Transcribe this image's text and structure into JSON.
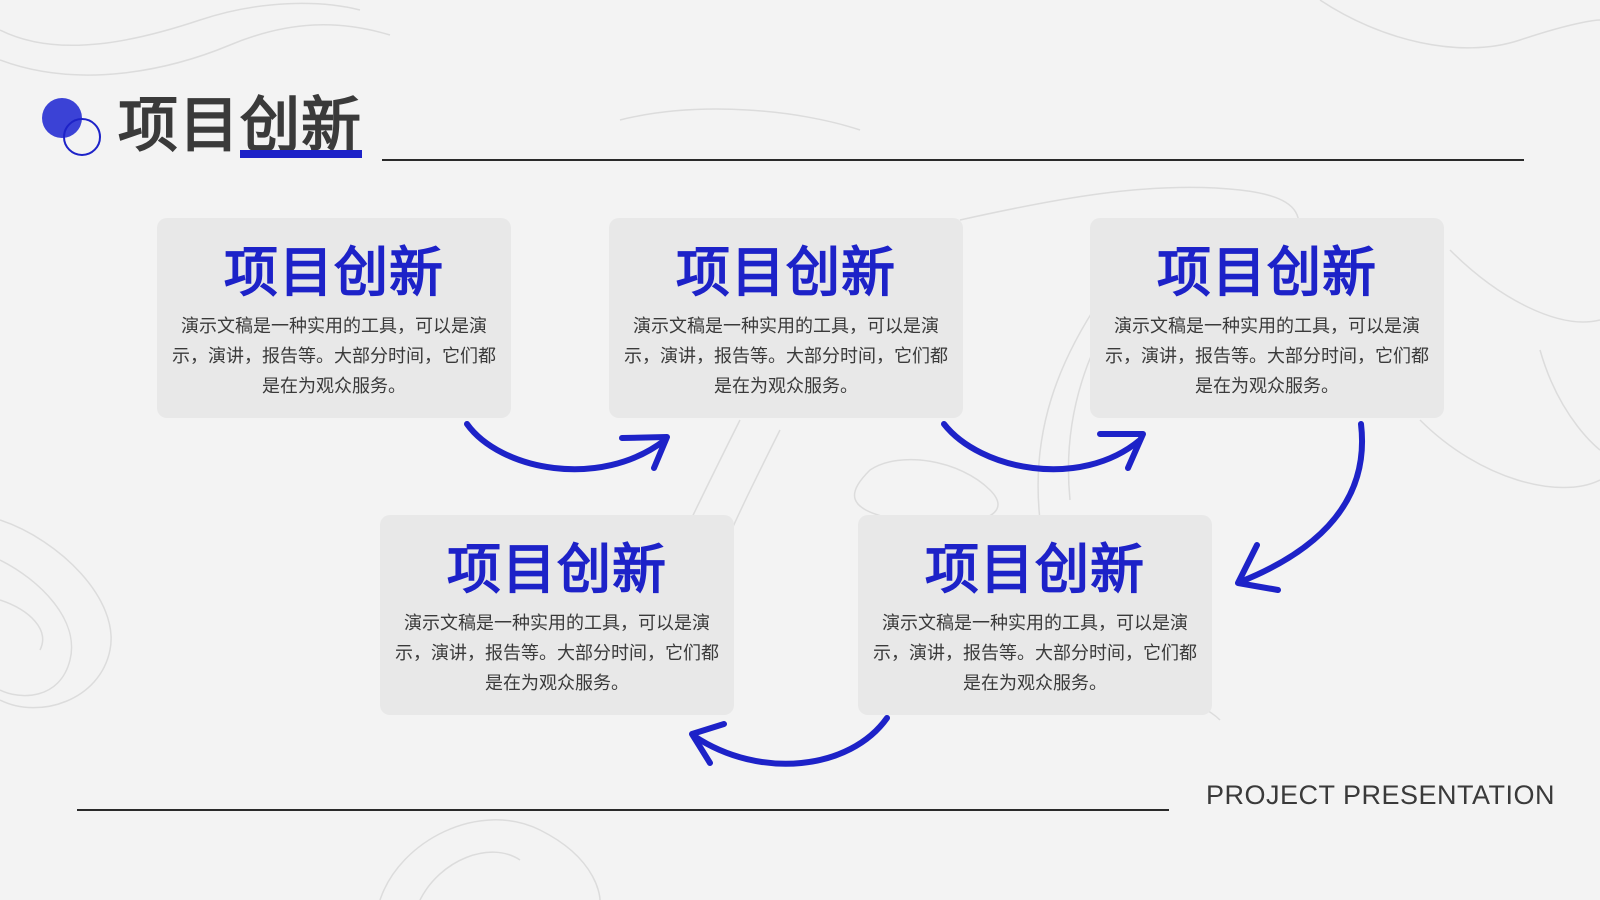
{
  "header": {
    "title": "项目创新"
  },
  "cards": [
    {
      "title": "项目创新",
      "body": "演示文稿是一种实用的工具，可以是演示，演讲，报告等。大部分时间，它们都是在为观众服务。"
    },
    {
      "title": "项目创新",
      "body": "演示文稿是一种实用的工具，可以是演示，演讲，报告等。大部分时间，它们都是在为观众服务。"
    },
    {
      "title": "项目创新",
      "body": "演示文稿是一种实用的工具，可以是演示，演讲，报告等。大部分时间，它们都是在为观众服务。"
    },
    {
      "title": "项目创新",
      "body": "演示文稿是一种实用的工具，可以是演示，演讲，报告等。大部分时间，它们都是在为观众服务。"
    },
    {
      "title": "项目创新",
      "body": "演示文稿是一种实用的工具，可以是演示，演讲，报告等。大部分时间，它们都是在为观众服务。"
    }
  ],
  "footer": {
    "text": "PROJECT PRESENTATION"
  },
  "colors": {
    "accent": "#1d22c8",
    "accent_light": "#3b42d6",
    "card_bg": "#e8e8e8",
    "page_bg": "#f3f3f3",
    "text_dark": "#3a3a3a"
  }
}
